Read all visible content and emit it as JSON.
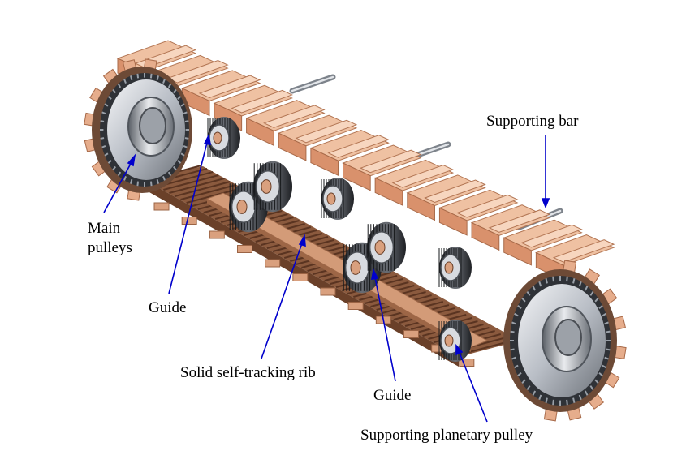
{
  "labels": {
    "main_pulleys": "Main pulleys",
    "guide_left": "Guide",
    "self_tracking_rib": "Solid self-tracking rib",
    "guide_center": "Guide",
    "supporting_bar": "Supporting bar",
    "planetary_pulley": "Supporting planetary pulley"
  },
  "colors": {
    "arrow": "#0000cc",
    "track_pad": "#e0a886",
    "track_pad_dark": "#b97a58",
    "track_pad_top": "#f0c4a6",
    "rib": "#c98e6c",
    "metal": "#9aa0a8",
    "metal_dark": "#3d4148",
    "metal_light": "#e6e8ec",
    "gear": "#2e3136"
  }
}
